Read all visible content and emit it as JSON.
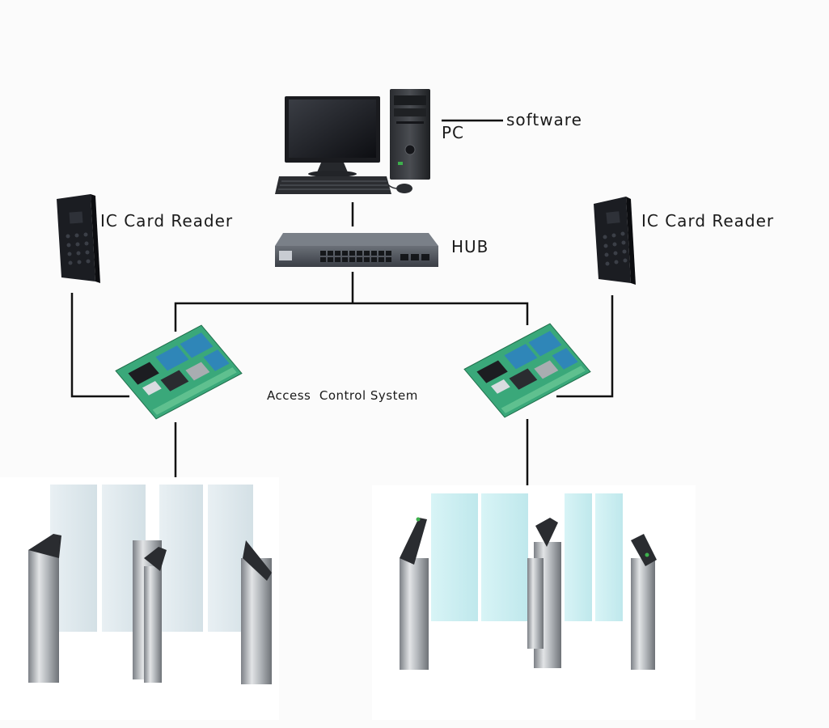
{
  "labels": {
    "pc": "PC",
    "software": "software",
    "hub": "HUB",
    "reader_left": "IC Card Reader",
    "reader_right": "IC Card Reader",
    "access_control": "Access  Control System"
  },
  "colors": {
    "wire": "#111111",
    "pcb_green": "#3aa87a",
    "pcb_blue": "#2f86b8",
    "steel": "#a9adb1",
    "glass_left": "#dde9ee",
    "glass_right": "#cdeff2",
    "reader_body": "#1b1d22"
  },
  "icons": [
    "pc-icon",
    "hub-icon",
    "card-reader-icon",
    "controller-board-icon",
    "turnstile-gate-icon"
  ]
}
